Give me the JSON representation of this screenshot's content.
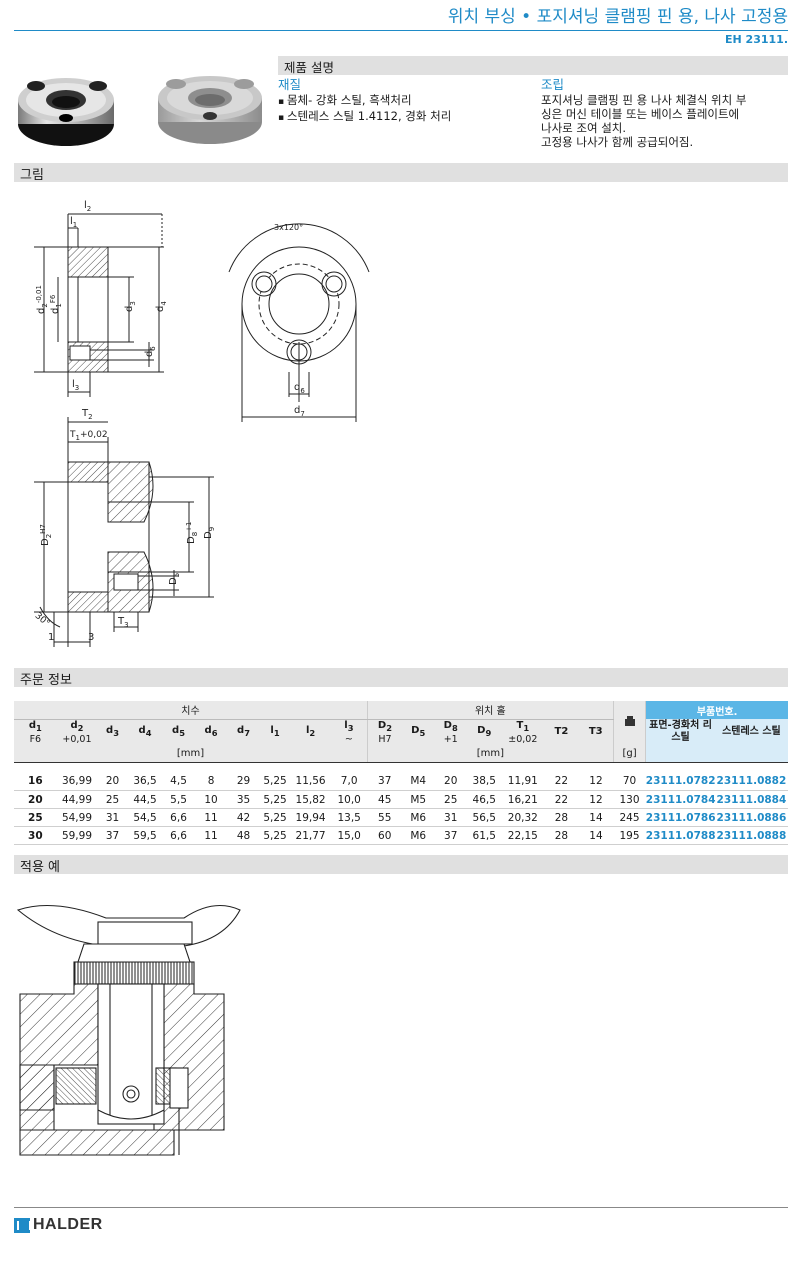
{
  "header": {
    "title": "위치 부싱 • 포지셔닝 클램핑 핀 용, 나사 고정용",
    "code": "EH 23111."
  },
  "description": {
    "heading": "제품 설명",
    "material_heading": "재질",
    "material_items": [
      "몸체- 강화 스틸, 흑색처리",
      "스텐레스 스틸 1.4112, 경화 처리"
    ],
    "assembly_heading": "조립",
    "assembly_lines": [
      "포지셔닝 클램핑 핀 용 나사 체결식 위치 부",
      "싱은 머신 테이블 또는 베이스 플레이트에",
      "나사로 조여 설치.",
      "고정용 나사가 함께 공급되어짐."
    ]
  },
  "sections": {
    "drawing": "그림",
    "order": "주문 정보",
    "example": "적용 예"
  },
  "drawing_labels": {
    "l2": "l",
    "l2_sub": "2",
    "l1": "l",
    "l1_sub": "1",
    "d2": "d",
    "d2_sub": "2",
    "d2_tol": "-0,01",
    "d1": "d",
    "d1_sub": "1",
    "d1_tol": "F6",
    "d3": "d",
    "d3_sub": "3",
    "d4": "d",
    "d4_sub": "4",
    "d5": "d",
    "d5_sub": "5",
    "l3": "l",
    "l3_sub": "3",
    "angle": "3x120°",
    "d6": "d",
    "d6_sub": "6",
    "d7": "d",
    "d7_sub": "7",
    "T2": "T",
    "T2_sub": "2",
    "T1": "T",
    "T1_sub": "1",
    "T1_tol": "+0,02",
    "D2": "D",
    "D2_sub": "2",
    "D2_tol": "H7",
    "D8": "D",
    "D8_sub": "8",
    "D8_tol": "+1",
    "D9": "D",
    "D9_sub": "9",
    "D5": "D",
    "D5_sub": "5",
    "T3": "T",
    "T3_sub": "3",
    "chamfer": "30°",
    "one": "1",
    "three": "3"
  },
  "table": {
    "group_dim": "치수",
    "group_hole": "위치 홀",
    "group_part": "부품번호.",
    "unit_mm": "[mm]",
    "unit_g": "[g]",
    "headers": [
      {
        "main": "d",
        "sub": "1",
        "extra": "F6"
      },
      {
        "main": "d",
        "sub": "2",
        "extra": "+0,01"
      },
      {
        "main": "d",
        "sub": "3",
        "extra": ""
      },
      {
        "main": "d",
        "sub": "4",
        "extra": ""
      },
      {
        "main": "d",
        "sub": "5",
        "extra": ""
      },
      {
        "main": "d",
        "sub": "6",
        "extra": ""
      },
      {
        "main": "d",
        "sub": "7",
        "extra": ""
      },
      {
        "main": "l",
        "sub": "1",
        "extra": ""
      },
      {
        "main": "l",
        "sub": "2",
        "extra": ""
      },
      {
        "main": "l",
        "sub": "3",
        "extra": "~"
      },
      {
        "main": "D",
        "sub": "2",
        "extra": "H7"
      },
      {
        "main": "D",
        "sub": "5",
        "extra": ""
      },
      {
        "main": "D",
        "sub": "8",
        "extra": "+1"
      },
      {
        "main": "D",
        "sub": "9",
        "extra": ""
      },
      {
        "main": "T",
        "sub": "1",
        "extra": "±0,02"
      },
      {
        "main": "T2",
        "sub": "",
        "extra": ""
      },
      {
        "main": "T3",
        "sub": "",
        "extra": ""
      }
    ],
    "part_headers": [
      "표면-경화처 리 스틸",
      "스텐레스 스틸"
    ],
    "rows": [
      [
        "16",
        "36,99",
        "20",
        "36,5",
        "4,5",
        "8",
        "29",
        "5,25",
        "11,56",
        "7,0",
        "37",
        "M4",
        "20",
        "38,5",
        "11,91",
        "22",
        "12",
        "70",
        "23111.0782",
        "23111.0882"
      ],
      [
        "20",
        "44,99",
        "25",
        "44,5",
        "5,5",
        "10",
        "35",
        "5,25",
        "15,82",
        "10,0",
        "45",
        "M5",
        "25",
        "46,5",
        "16,21",
        "22",
        "12",
        "130",
        "23111.0784",
        "23111.0884"
      ],
      [
        "25",
        "54,99",
        "31",
        "54,5",
        "6,6",
        "11",
        "42",
        "5,25",
        "19,94",
        "13,5",
        "55",
        "M6",
        "31",
        "56,5",
        "20,32",
        "28",
        "14",
        "245",
        "23111.0786",
        "23111.0886"
      ],
      [
        "30",
        "59,99",
        "37",
        "59,5",
        "6,6",
        "11",
        "48",
        "5,25",
        "21,77",
        "15,0",
        "60",
        "M6",
        "37",
        "61,5",
        "22,15",
        "28",
        "14",
        "195",
        "23111.0788",
        "23111.0888"
      ]
    ]
  },
  "footer": {
    "brand": "HALDER"
  },
  "colors": {
    "accent": "#1f8bc7",
    "table_part_header": "#5bb6e6",
    "section_bar": "#e0e0e0"
  }
}
